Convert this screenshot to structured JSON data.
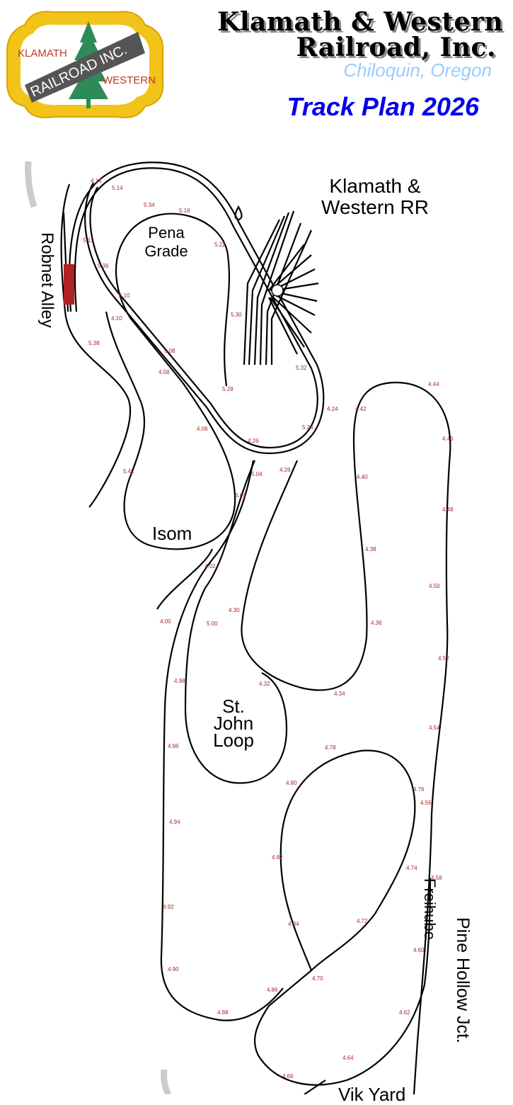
{
  "header": {
    "title_line1": "Klamath & Western",
    "title_line2": "Railroad, Inc.",
    "location": "Chiloquin, Oregon",
    "plan_title": "Track Plan 2026"
  },
  "logo": {
    "text_top": "KLAMATH",
    "text_band": "RAILROAD INC.",
    "text_bottom": "WESTERN"
  },
  "colors": {
    "track": "#000000",
    "milepost": "#a52a2a",
    "title_blue": "#0000ee",
    "subtitle_blue": "#99ccff",
    "logo_gold": "#f2c318",
    "siding_red": "#b22222"
  },
  "labels": {
    "kw_rr_line1": "Klamath &",
    "kw_rr_line2": "Western RR",
    "pena_line1": "Pena",
    "pena_line2": "Grade",
    "robnet": "Robnet Alley",
    "isom": "Isom",
    "stjohn_line1": "St.",
    "stjohn_line2": "John",
    "stjohn_line3": "Loop",
    "freihube": "Freihube",
    "pine_hollow": "Pine Hollow Jct.",
    "vik_yard": "Vik Yard"
  },
  "icons": {
    "water_tower": "water-drop-icon"
  },
  "mileposts": [
    "4.14",
    "5.14",
    "5.34",
    "5.16",
    "5.12",
    "5.36",
    "5.10",
    "4.10",
    "5.38",
    "5.08",
    "4.08",
    "5.30",
    "5.22",
    "5.28",
    "5.32",
    "4.24",
    "5.24",
    "4.26",
    "4.06",
    "4.42",
    "4.44",
    "4.46",
    "4.40",
    "5.04",
    "4.26",
    "4.04",
    "5.42",
    "4.48",
    "4.38",
    "4.02",
    "4.50",
    "4.30",
    "4.00",
    "5.00",
    "4.36",
    "4.98",
    "4.32",
    "4.34",
    "4.52",
    "4.96",
    "4.54",
    "4.78",
    "4.80",
    "4.76",
    "4.56",
    "4.94",
    "4.82",
    "4.74",
    "4.58",
    "4.92",
    "4.84",
    "4.72",
    "4.60",
    "4.90",
    "4.70",
    "4.86",
    "4.88",
    "4.62",
    "4.64",
    "4.66"
  ]
}
